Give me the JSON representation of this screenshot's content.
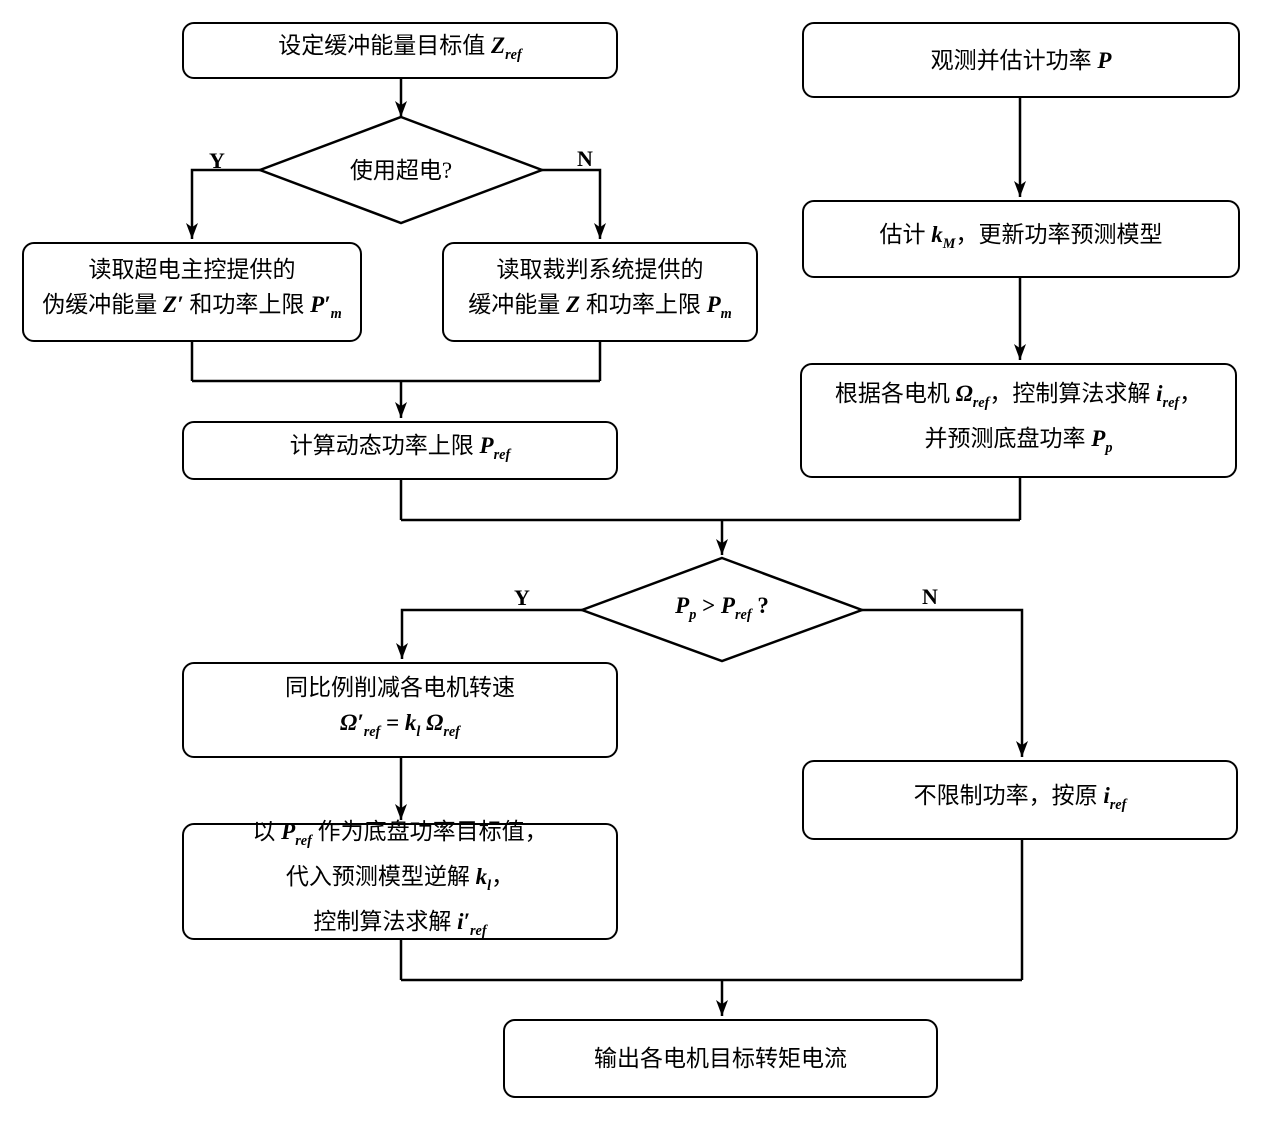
{
  "colors": {
    "ink": "#000000",
    "paper": "#ffffff"
  },
  "branch_labels": {
    "yes": "Y",
    "no": "N"
  },
  "nodes": {
    "set_buffer_target": {
      "shape": "process",
      "lines": [
        [
          {
            "t": "设定缓冲能量目标值 "
          },
          {
            "t": "Z",
            "s": "v"
          },
          {
            "t": "ref",
            "s": "vs"
          }
        ]
      ]
    },
    "use_supercap": {
      "shape": "decision",
      "lines": [
        [
          {
            "t": "使用超电?"
          }
        ]
      ]
    },
    "read_supercap_board": {
      "shape": "process",
      "lines": [
        [
          {
            "t": "读取超电主控提供的"
          }
        ],
        [
          {
            "t": "伪缓冲能量 "
          },
          {
            "t": "Z′",
            "s": "v"
          },
          {
            "t": " 和功率上限 "
          },
          {
            "t": "P′",
            "s": "v"
          },
          {
            "t": "m",
            "s": "vs"
          }
        ]
      ]
    },
    "read_referee": {
      "shape": "process",
      "lines": [
        [
          {
            "t": "读取裁判系统提供的"
          }
        ],
        [
          {
            "t": "缓冲能量 "
          },
          {
            "t": "Z",
            "s": "v"
          },
          {
            "t": " 和功率上限 "
          },
          {
            "t": "P",
            "s": "v"
          },
          {
            "t": "m",
            "s": "vs"
          }
        ]
      ]
    },
    "calc_power_limit": {
      "shape": "process",
      "lines": [
        [
          {
            "t": "计算动态功率上限 "
          },
          {
            "t": "P",
            "s": "v"
          },
          {
            "t": "ref",
            "s": "vs"
          }
        ]
      ]
    },
    "observe_power": {
      "shape": "process",
      "lines": [
        [
          {
            "t": "观测并估计功率 "
          },
          {
            "t": "P",
            "s": "v"
          }
        ]
      ]
    },
    "estimate_km": {
      "shape": "process",
      "lines": [
        [
          {
            "t": "估计 "
          },
          {
            "t": "k",
            "s": "v"
          },
          {
            "t": "M",
            "s": "vs"
          },
          {
            "t": "，更新功率预测模型"
          }
        ]
      ]
    },
    "solve_current": {
      "shape": "process",
      "lines": [
        [
          {
            "t": "根据各电机 "
          },
          {
            "t": "Ω",
            "s": "v"
          },
          {
            "t": "ref",
            "s": "vs"
          },
          {
            "t": "，控制算法求解 "
          },
          {
            "t": "i",
            "s": "v"
          },
          {
            "t": "ref",
            "s": "vs"
          },
          {
            "t": "，"
          }
        ],
        [
          {
            "t": "并预测底盘功率 "
          },
          {
            "t": "P",
            "s": "v"
          },
          {
            "t": "p",
            "s": "vs"
          }
        ]
      ]
    },
    "power_compare": {
      "shape": "decision",
      "lines": [
        [
          {
            "t": "P",
            "s": "v"
          },
          {
            "t": "p",
            "s": "vs"
          },
          {
            "t": " > ",
            "s": "b"
          },
          {
            "t": "P",
            "s": "v"
          },
          {
            "t": "ref",
            "s": "vs"
          },
          {
            "t": " ?",
            "s": "b"
          }
        ]
      ]
    },
    "scale_speed": {
      "shape": "process",
      "lines": [
        [
          {
            "t": "同比例削减各电机转速"
          }
        ],
        [
          {
            "t": "Ω′",
            "s": "v"
          },
          {
            "t": "ref",
            "s": "vs"
          },
          {
            "t": " = ",
            "s": "b"
          },
          {
            "t": "k",
            "s": "v"
          },
          {
            "t": "l",
            "s": "vs"
          },
          {
            "t": " "
          },
          {
            "t": "Ω",
            "s": "v"
          },
          {
            "t": "ref",
            "s": "vs"
          }
        ]
      ]
    },
    "invert_model": {
      "shape": "process",
      "lines": [
        [
          {
            "t": "以 "
          },
          {
            "t": "P",
            "s": "v"
          },
          {
            "t": "ref",
            "s": "vs"
          },
          {
            "t": " 作为底盘功率目标值，"
          }
        ],
        [
          {
            "t": "代入预测模型逆解 "
          },
          {
            "t": "k",
            "s": "v"
          },
          {
            "t": "l",
            "s": "vs"
          },
          {
            "t": "，"
          }
        ],
        [
          {
            "t": "控制算法求解 "
          },
          {
            "t": "i′",
            "s": "v"
          },
          {
            "t": "ref",
            "s": "vs"
          }
        ]
      ]
    },
    "no_limit": {
      "shape": "process",
      "lines": [
        [
          {
            "t": "不限制功率，按原 "
          },
          {
            "t": "i",
            "s": "v"
          },
          {
            "t": "ref",
            "s": "vs"
          }
        ]
      ]
    },
    "output_torque": {
      "shape": "process",
      "lines": [
        [
          {
            "t": "输出各电机目标转矩电流"
          }
        ]
      ]
    }
  }
}
